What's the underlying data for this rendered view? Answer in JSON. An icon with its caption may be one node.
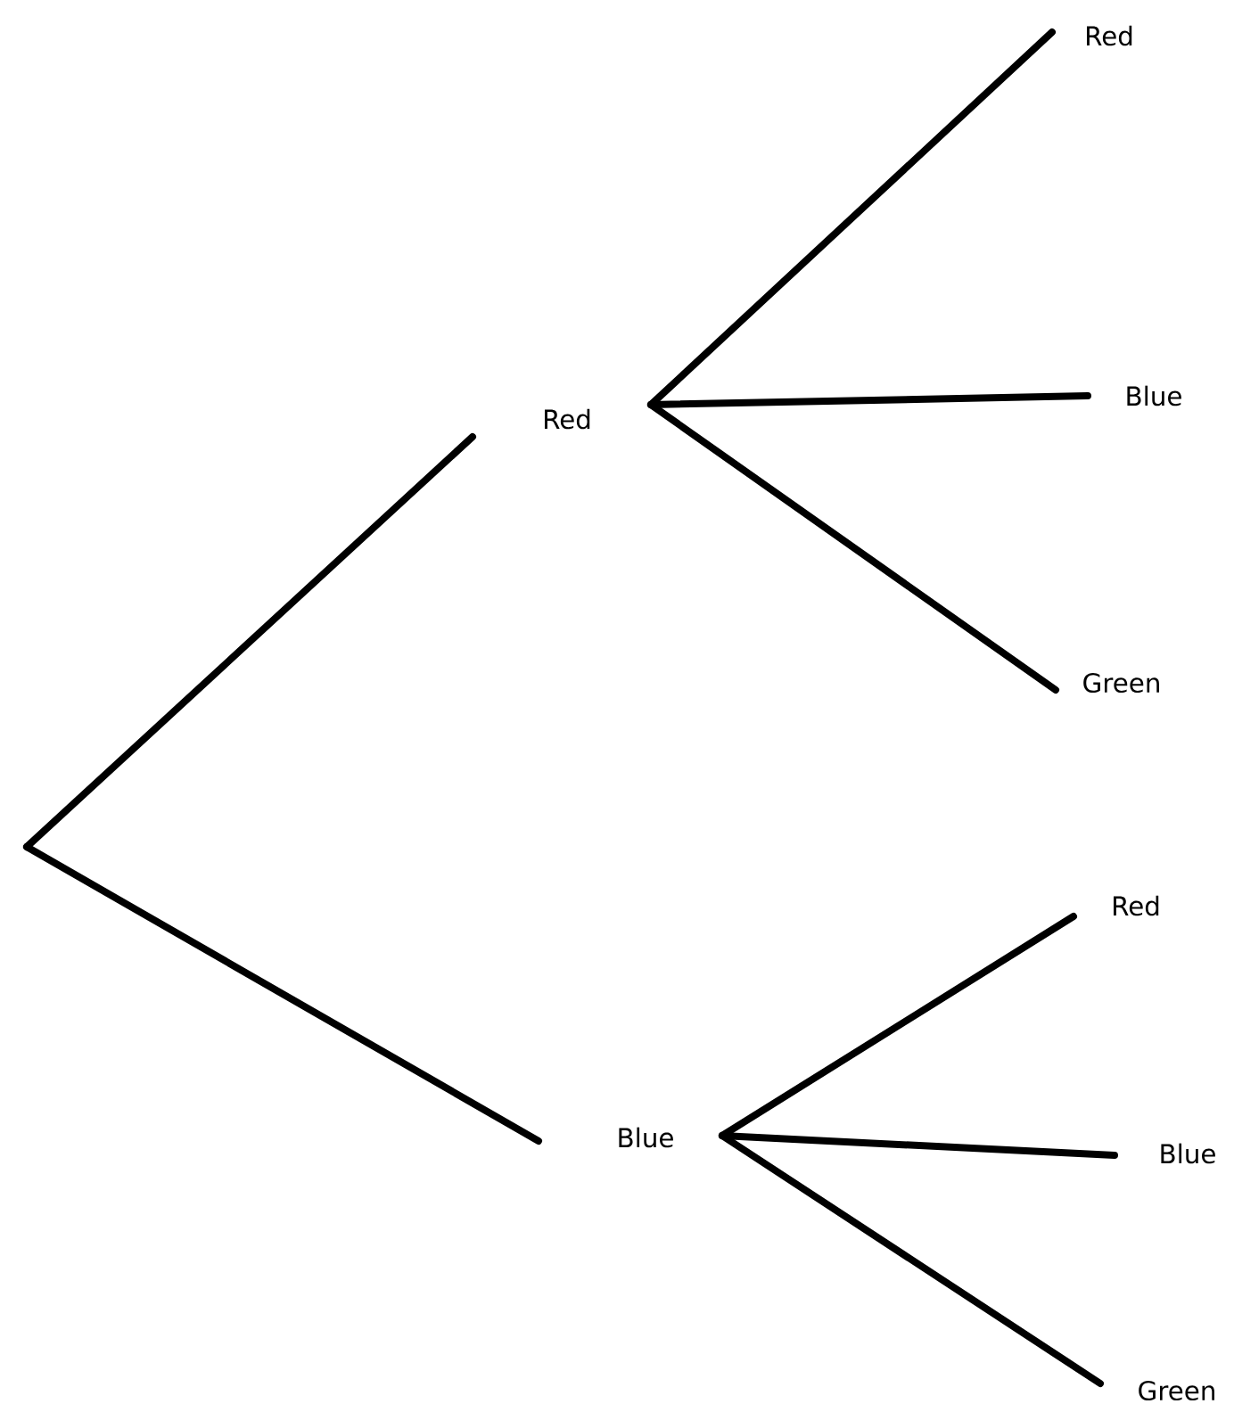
{
  "diagram": {
    "nodes": [
      {
        "text": [
          "Red"
        ]
      },
      {
        "text": [
          "Blue"
        ]
      },
      {
        "text": [
          "Red"
        ]
      },
      {
        "text": [
          "Blue"
        ]
      },
      {
        "text": [
          "Green"
        ]
      },
      {
        "text": [
          "Red"
        ]
      },
      {
        "text": [
          "Blue"
        ]
      },
      {
        "text": [
          "Green"
        ]
      }
    ],
    "edges": [
      {
        "from": null,
        "to": 0,
        "arrow": "none"
      },
      {
        "from": null,
        "to": 1,
        "arrow": "none"
      },
      {
        "from": 0,
        "to": 2,
        "arrow": "none"
      },
      {
        "from": 0,
        "to": 3,
        "arrow": "none"
      },
      {
        "from": 0,
        "to": 4,
        "arrow": "none"
      },
      {
        "from": 1,
        "to": 5,
        "arrow": "none"
      },
      {
        "from": 1,
        "to": 6,
        "arrow": "none"
      },
      {
        "from": 1,
        "to": 7,
        "arrow": "none"
      }
    ]
  }
}
